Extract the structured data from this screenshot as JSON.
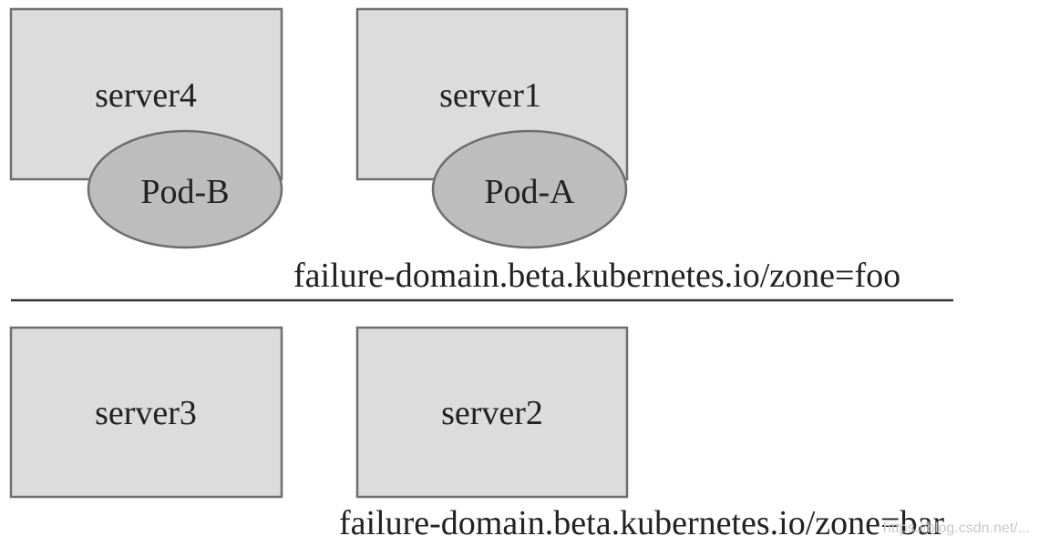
{
  "zones": [
    {
      "label": "failure-domain.beta.kubernetes.io/zone=foo",
      "servers": [
        {
          "name": "server4",
          "pod": "Pod-B"
        },
        {
          "name": "server1",
          "pod": "Pod-A"
        }
      ]
    },
    {
      "label": "failure-domain.beta.kubernetes.io/zone=bar",
      "servers": [
        {
          "name": "server3",
          "pod": null
        },
        {
          "name": "server2",
          "pod": null
        }
      ]
    }
  ],
  "watermark": "https://blog.csdn.net/..."
}
